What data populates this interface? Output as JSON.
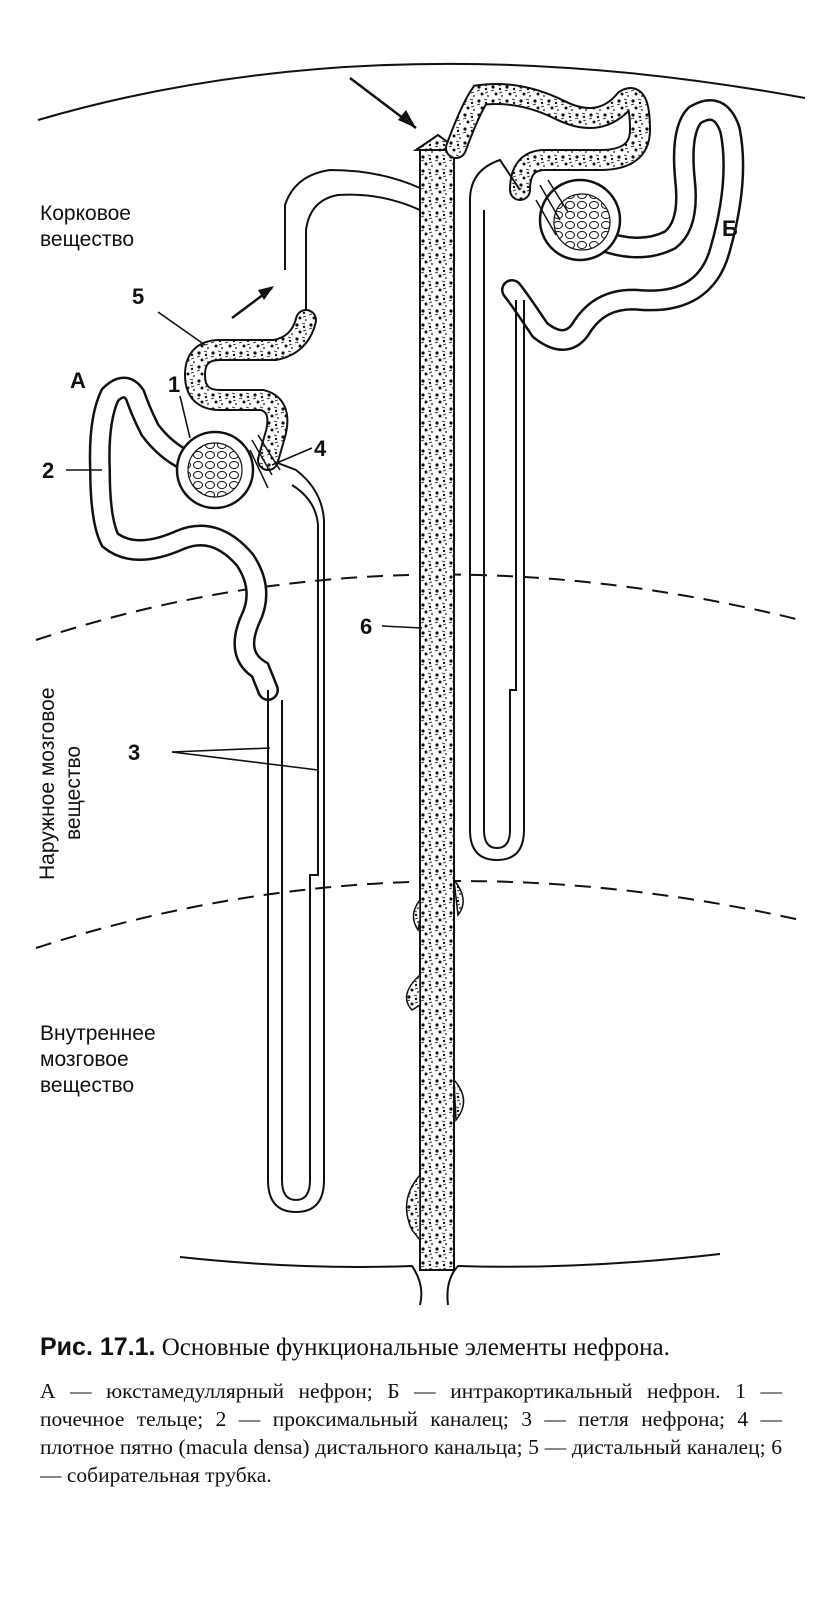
{
  "regions": {
    "cortex": "Корковое\nвещество",
    "outer_medulla": "Наружное мозговое\nвещество",
    "inner_medulla": "Внутреннее\nмозговое\nвещество"
  },
  "labels": {
    "nephron_a": "А",
    "nephron_b": "Б",
    "n1": "1",
    "n2": "2",
    "n3": "3",
    "n4": "4",
    "n5": "5",
    "n6": "6"
  },
  "caption": {
    "figure_number": "Рис. 17.1.",
    "title": "Основные функциональные элементы нефрона.",
    "body": "А — юкстамедуллярный нефрон; Б — интракортикальный нефрон. 1 — почечное тельце; 2 — проксимальный каналец; 3 — петля нефрона; 4 — плотное пятно (macula densa) дистального канальца; 5 — дистальный каналец; 6 — собирательная трубка."
  }
}
